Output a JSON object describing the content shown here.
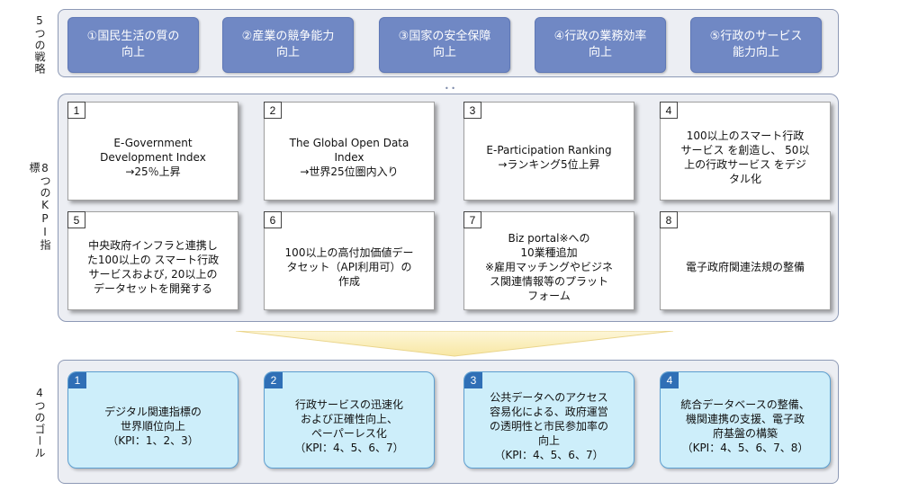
{
  "labels": {
    "strategies": "5つの戦略",
    "kpis": "8つのKPI指標",
    "goals": "4つのゴール"
  },
  "strategies": [
    {
      "text": "①国民生活の質の\n向上"
    },
    {
      "text": "②産業の競争能力\n向上"
    },
    {
      "text": "③国家の安全保障\n向上"
    },
    {
      "text": "④行政の業務効率\n向上"
    },
    {
      "text": "⑤行政のサービス\n能力向上"
    }
  ],
  "kpis": [
    {
      "num": "1",
      "text": "E-Government\nDevelopment Index\n→25％上昇"
    },
    {
      "num": "2",
      "text": "The Global Open Data\nIndex\n→世界25位圏内入り"
    },
    {
      "num": "3",
      "text": "E-Participation Ranking\n→ランキング5位上昇"
    },
    {
      "num": "4",
      "text": "100以上のスマート行政\nサービス を創造し、 50以\n上の行政サービス をデジ\nタル化"
    },
    {
      "num": "5",
      "text": "中央政府インフラと連携し\nた100以上の スマート行政\nサービスおよび, 20以上の\nデータセットを開発する"
    },
    {
      "num": "6",
      "text": "100以上の高付加価値デー\nタセット（API利用可）の\n作成"
    },
    {
      "num": "7",
      "text": "Biz portal※への\n10業種追加\n※雇用マッチングやビジネ\nス関連情報等のプラット\nフォーム"
    },
    {
      "num": "8",
      "text": "電子政府関連法規の整備"
    }
  ],
  "goals": [
    {
      "num": "1",
      "text": "デジタル関連指標の\n世界順位向上\n（KPI：1、2、3）"
    },
    {
      "num": "2",
      "text": "行政サービスの迅速化\nおよび正確性向上、\nペーパーレス化\n（KPI：4、5、6、7）"
    },
    {
      "num": "3",
      "text": "公共データへのアクセス\n容易化による、政府運営\nの透明性と市民参加率の\n向上\n（KPI：4、5、6、7）"
    },
    {
      "num": "4",
      "text": "統合データベースの整備、\n機関連携の支援、電子政\n府基盤の構築\n（KPI：4、5、6、7、8）"
    }
  ],
  "colors": {
    "strategy_fill": "#7088c4",
    "panel_fill": "#eceef3",
    "goal_fill": "#cdeefa",
    "goal_badge": "#2f6fb6",
    "arrow_fill": "#fbeeb4"
  }
}
